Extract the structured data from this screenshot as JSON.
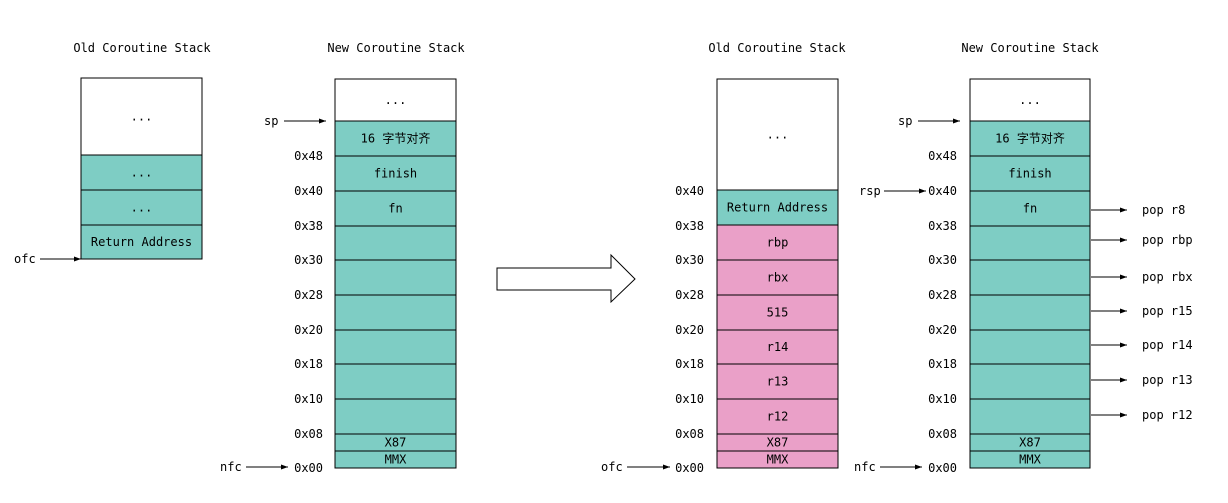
{
  "colors": {
    "teal": "#7ecdc4",
    "pink": "#eaa0c8",
    "empty": "#ffffff",
    "line": "#000000"
  },
  "titles": {
    "old_left": "Old Coroutine Stack",
    "new_left": "New Coroutine Stack",
    "old_right": "Old Coroutine Stack",
    "new_right": "New Coroutine Stack"
  },
  "stacks": {
    "old_left": [
      "...",
      "...",
      "...",
      "Return Address"
    ],
    "new_left": [
      "...",
      "16 字节对齐",
      "finish",
      "fn",
      "",
      "",
      "",
      "",
      "",
      "",
      "X87",
      "MMX"
    ],
    "old_right": [
      "...",
      "Return Address",
      "rbp",
      "rbx",
      "515",
      "r14",
      "r13",
      "r12",
      "X87",
      "MMX"
    ],
    "new_right": [
      "...",
      "16 字节对齐",
      "finish",
      "fn",
      "",
      "",
      "",
      "",
      "",
      "",
      "X87",
      "MMX"
    ]
  },
  "addresses": [
    "0x48",
    "0x40",
    "0x38",
    "0x30",
    "0x28",
    "0x20",
    "0x18",
    "0x10",
    "0x08",
    "0x00"
  ],
  "addresses_old_right": [
    "0x40",
    "0x38",
    "0x30",
    "0x28",
    "0x20",
    "0x18",
    "0x10",
    "0x08",
    "0x00"
  ],
  "pointers": {
    "ofc_left": "ofc",
    "sp_left": "sp",
    "nfc_left": "nfc",
    "ofc_right": "ofc",
    "rsp_right": "rsp",
    "sp_right": "sp",
    "nfc_right": "nfc"
  },
  "pops": [
    "pop r8",
    "pop rbp",
    "pop rbx",
    "pop r15",
    "pop r14",
    "pop r13",
    "pop r12"
  ]
}
